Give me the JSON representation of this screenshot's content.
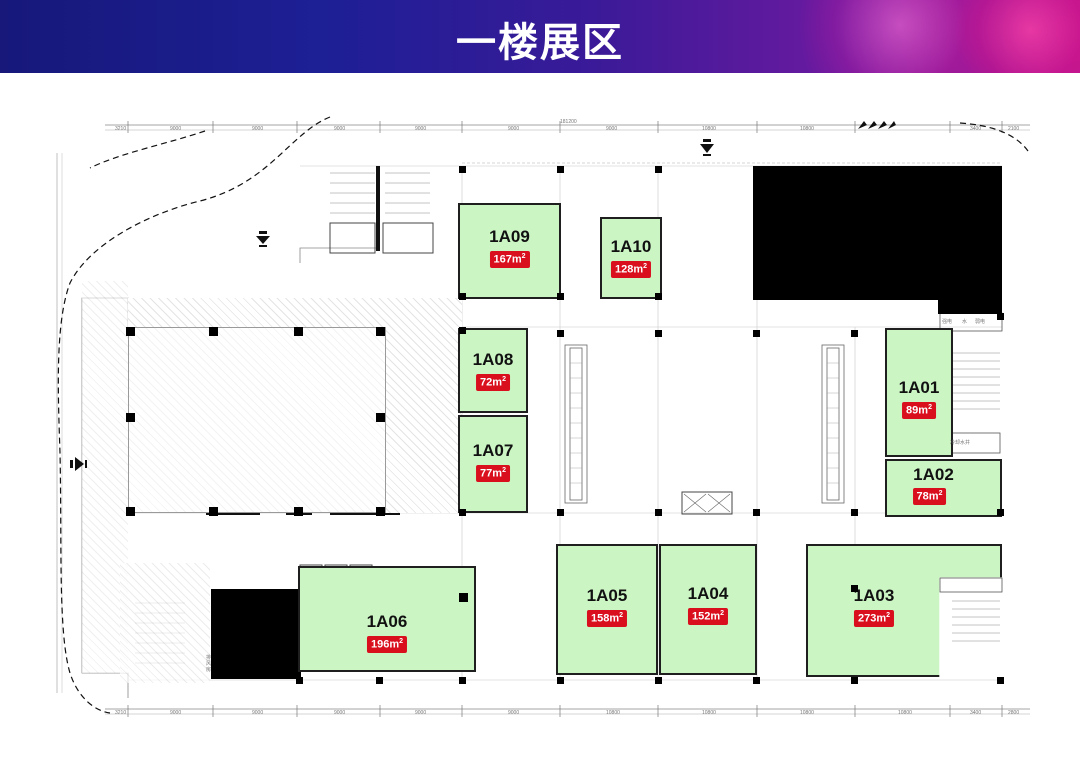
{
  "header": {
    "title": "一楼展区"
  },
  "booths": [
    {
      "code": "1A09",
      "area": "167m",
      "unit_sup": "2"
    },
    {
      "code": "1A10",
      "area": "128m",
      "unit_sup": "2"
    },
    {
      "code": "1A08",
      "area": "72m",
      "unit_sup": "2"
    },
    {
      "code": "1A07",
      "area": "77m",
      "unit_sup": "2"
    },
    {
      "code": "1A01",
      "area": "89m",
      "unit_sup": "2"
    },
    {
      "code": "1A02",
      "area": "78m",
      "unit_sup": "2"
    },
    {
      "code": "1A06",
      "area": "196m",
      "unit_sup": "2"
    },
    {
      "code": "1A05",
      "area": "158m",
      "unit_sup": "2"
    },
    {
      "code": "1A04",
      "area": "152m",
      "unit_sup": "2"
    },
    {
      "code": "1A03",
      "area": "273m",
      "unit_sup": "2"
    }
  ],
  "dimensions": {
    "top": [
      "3210",
      "9000",
      "9000",
      "9000",
      "9000",
      "9000",
      "9000",
      "181200",
      "10800",
      "10800",
      "3400",
      "2100"
    ],
    "bottom": [
      "3210",
      "9000",
      "9000",
      "9000",
      "9000",
      "9000",
      "10800",
      "10800",
      "10800",
      "10800",
      "3400",
      "2800"
    ]
  },
  "annotations": {
    "fan_room": "排风房",
    "cold_machine": "冷却水井",
    "water": "水",
    "strong_elec": "强电",
    "weak_elec": "弱电"
  },
  "colors": {
    "booth_fill": "#ccf5c4",
    "badge": "#d90f1e",
    "banner_start": "#17187a",
    "banner_end": "#c0168f"
  }
}
